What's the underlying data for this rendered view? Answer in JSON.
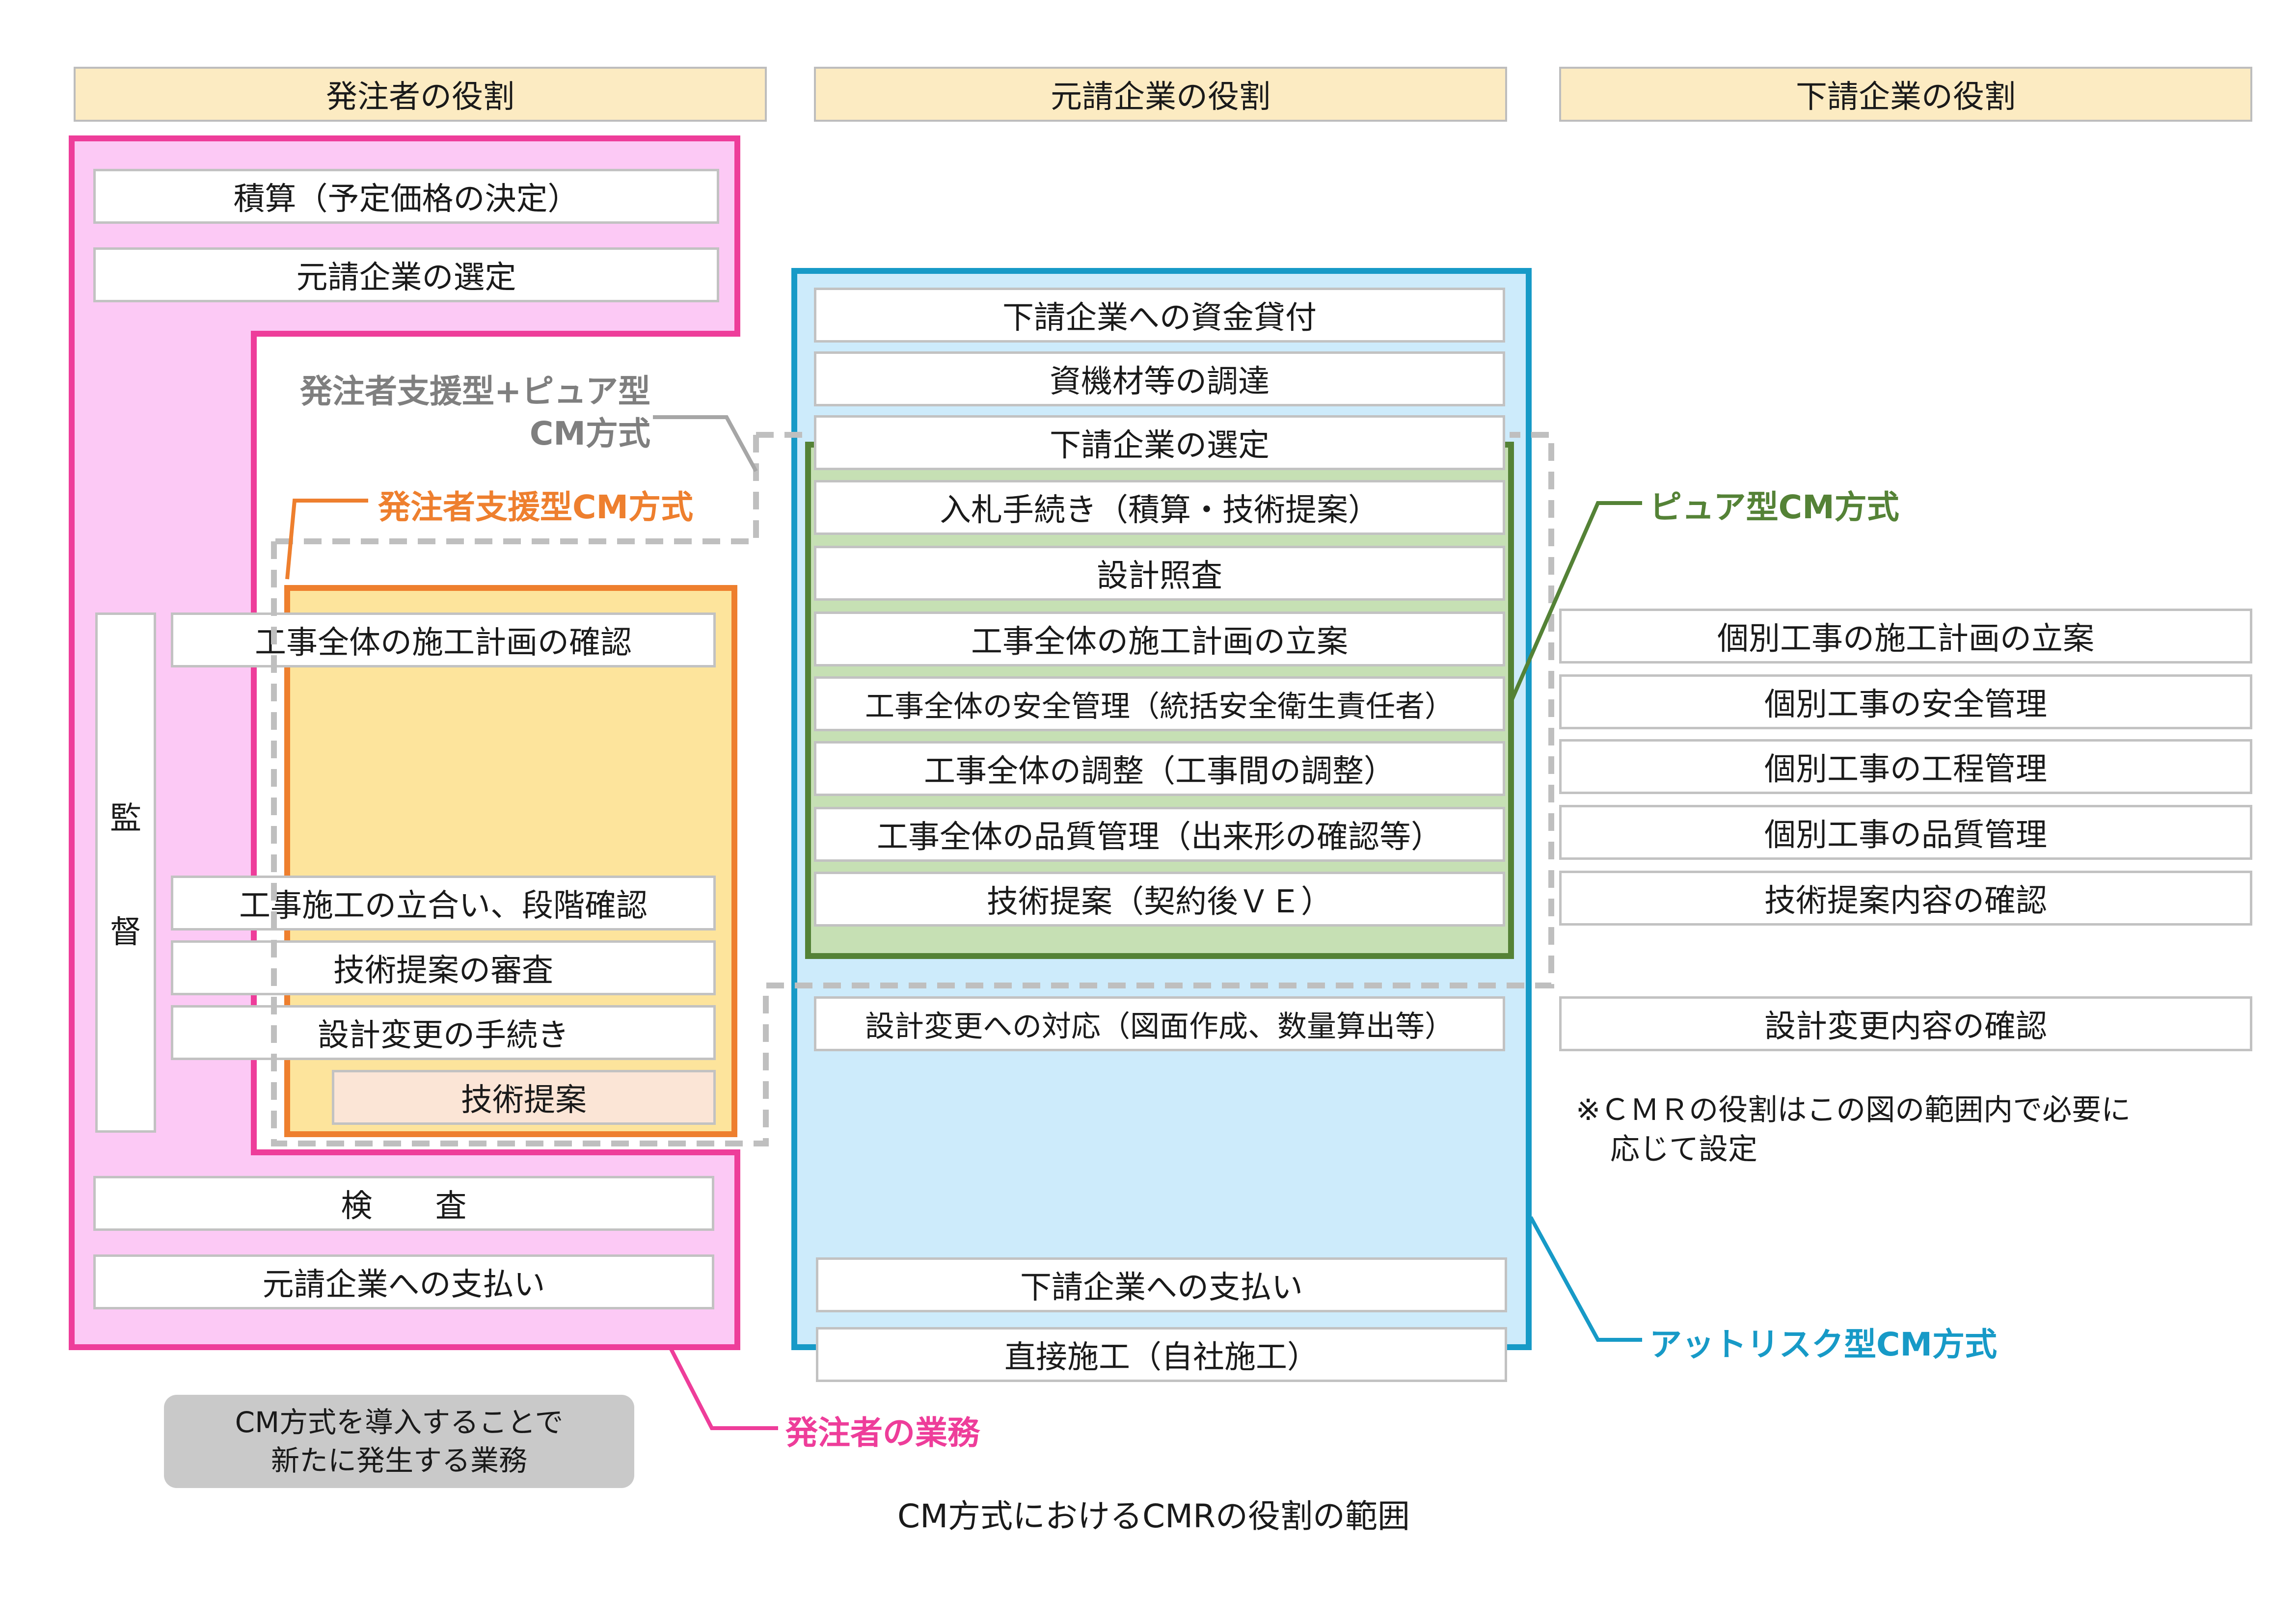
{
  "headers": {
    "client": "発注者の役割",
    "prime": "元請企業の役割",
    "sub": "下請企業の役割"
  },
  "client": {
    "estimate": "積算（予定価格の決定）",
    "select_prime": "元請企業の選定",
    "supervision_1": "監",
    "supervision_2": "督",
    "plan_check": "工事全体の施工計画の確認",
    "witness": "工事施工の立合い、段階確認",
    "tech_review": "技術提案の審査",
    "design_change": "設計変更の手続き",
    "tech_proposal": "技術提案",
    "inspection": "検　　査",
    "payment": "元請企業への支払い"
  },
  "prime": {
    "items": [
      "下請企業への資金貸付",
      "資機材等の調達",
      "下請企業の選定",
      "入札手続き（積算・技術提案）",
      "設計照査",
      "工事全体の施工計画の立案",
      "工事全体の安全管理（統括安全衛生責任者）",
      "工事全体の調整（工事間の調整）",
      "工事全体の品質管理（出来形の確認等）",
      "技術提案（契約後ＶＥ）",
      "設計変更への対応（図面作成、数量算出等）",
      "下請企業への支払い",
      "直接施工（自社施工）"
    ]
  },
  "sub": {
    "items": [
      "個別工事の施工計画の立案",
      "個別工事の安全管理",
      "個別工事の工程管理",
      "個別工事の品質管理",
      "技術提案内容の確認",
      "設計変更内容の確認"
    ],
    "note_line1": "※ＣＭＲの役割はこの図の範囲内で必要に",
    "note_line2": "応じて設定"
  },
  "labels": {
    "support_pure_1": "発注者支援型+ピュア型",
    "support_pure_2": "CM方式",
    "support": "発注者支援型CM方式",
    "pure": "ピュア型CM方式",
    "at_risk": "アットリスク型CM方式",
    "client_duties": "発注者の業務"
  },
  "legend": {
    "line1": "CM方式を導入することで",
    "line2": "新たに発生する業務"
  },
  "caption": "CM方式におけるCMRの役割の範囲",
  "colors": {
    "client_pink": "#ee3d9a",
    "client_fill": "#fcc9f5",
    "support_orange": "#ee7f2e",
    "support_fill": "#fde49c",
    "pure_green": "#548236",
    "pure_fill": "#c6e0b4",
    "atrisk_blue": "#179ac7",
    "atrisk_fill": "#cdebfb",
    "header_fill": "#fcebc2",
    "dashed_grey": "#bfbfbf",
    "tech_fill": "#fbe5d6",
    "legend_fill": "#c9c9c9"
  }
}
